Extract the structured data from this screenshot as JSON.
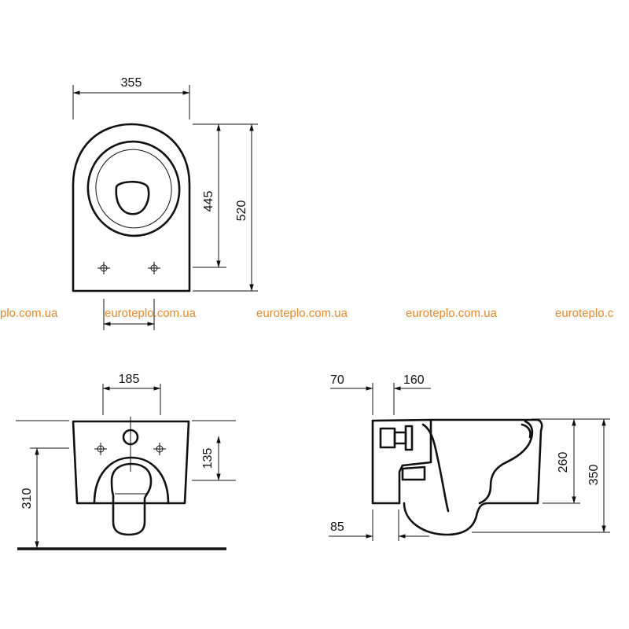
{
  "watermark": {
    "text_partial": "plo.com.ua",
    "text": "euroteplo.com.ua",
    "text_partial_end": "euroteplo.c",
    "color": "#e5892a"
  },
  "top_view": {
    "width_dim": "355",
    "inner_depth_dim": "445",
    "total_depth_dim": "520"
  },
  "front_view": {
    "mount_spacing_dim": "185",
    "mount_height_dim": "135",
    "floor_height_dim": "310"
  },
  "side_view": {
    "dim_70": "70",
    "dim_160": "160",
    "dim_85": "85",
    "dim_260": "260",
    "dim_350": "350"
  }
}
